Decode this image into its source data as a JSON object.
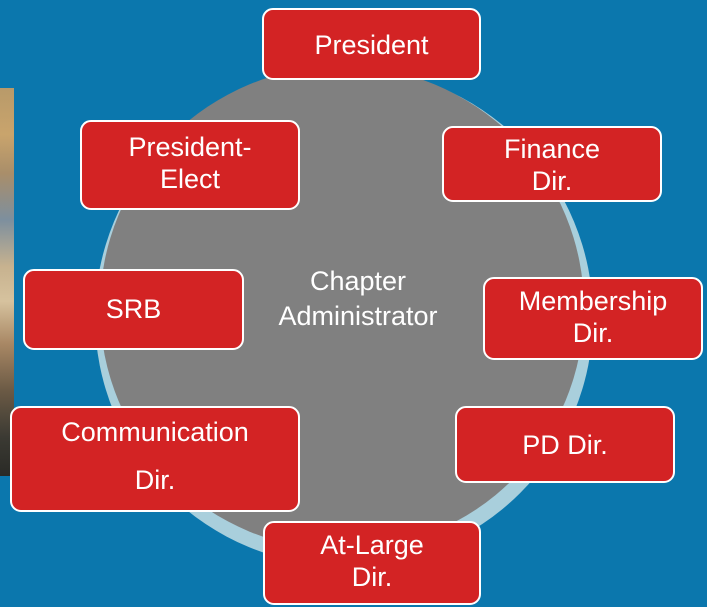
{
  "diagram": {
    "center": {
      "lines": [
        "Chapter",
        "Administrator"
      ]
    },
    "nodes": [
      {
        "id": "president",
        "lines": [
          "President"
        ]
      },
      {
        "id": "president-elect",
        "lines": [
          "President-",
          "Elect"
        ]
      },
      {
        "id": "finance",
        "lines": [
          "Finance",
          "Dir."
        ]
      },
      {
        "id": "srb",
        "lines": [
          "SRB"
        ]
      },
      {
        "id": "membership",
        "lines": [
          "Membership",
          "Dir."
        ]
      },
      {
        "id": "communication",
        "lines": [
          "Communication",
          "Dir."
        ]
      },
      {
        "id": "pd",
        "lines": [
          "PD Dir."
        ]
      },
      {
        "id": "at-large",
        "lines": [
          "At-Large",
          "Dir."
        ]
      }
    ]
  },
  "colors": {
    "background": "#0b77ad",
    "circle": "#808080",
    "circle_glow": "#a9cfdc",
    "node_fill": "#d32324",
    "node_border": "#ffffff",
    "text": "#ffffff"
  }
}
